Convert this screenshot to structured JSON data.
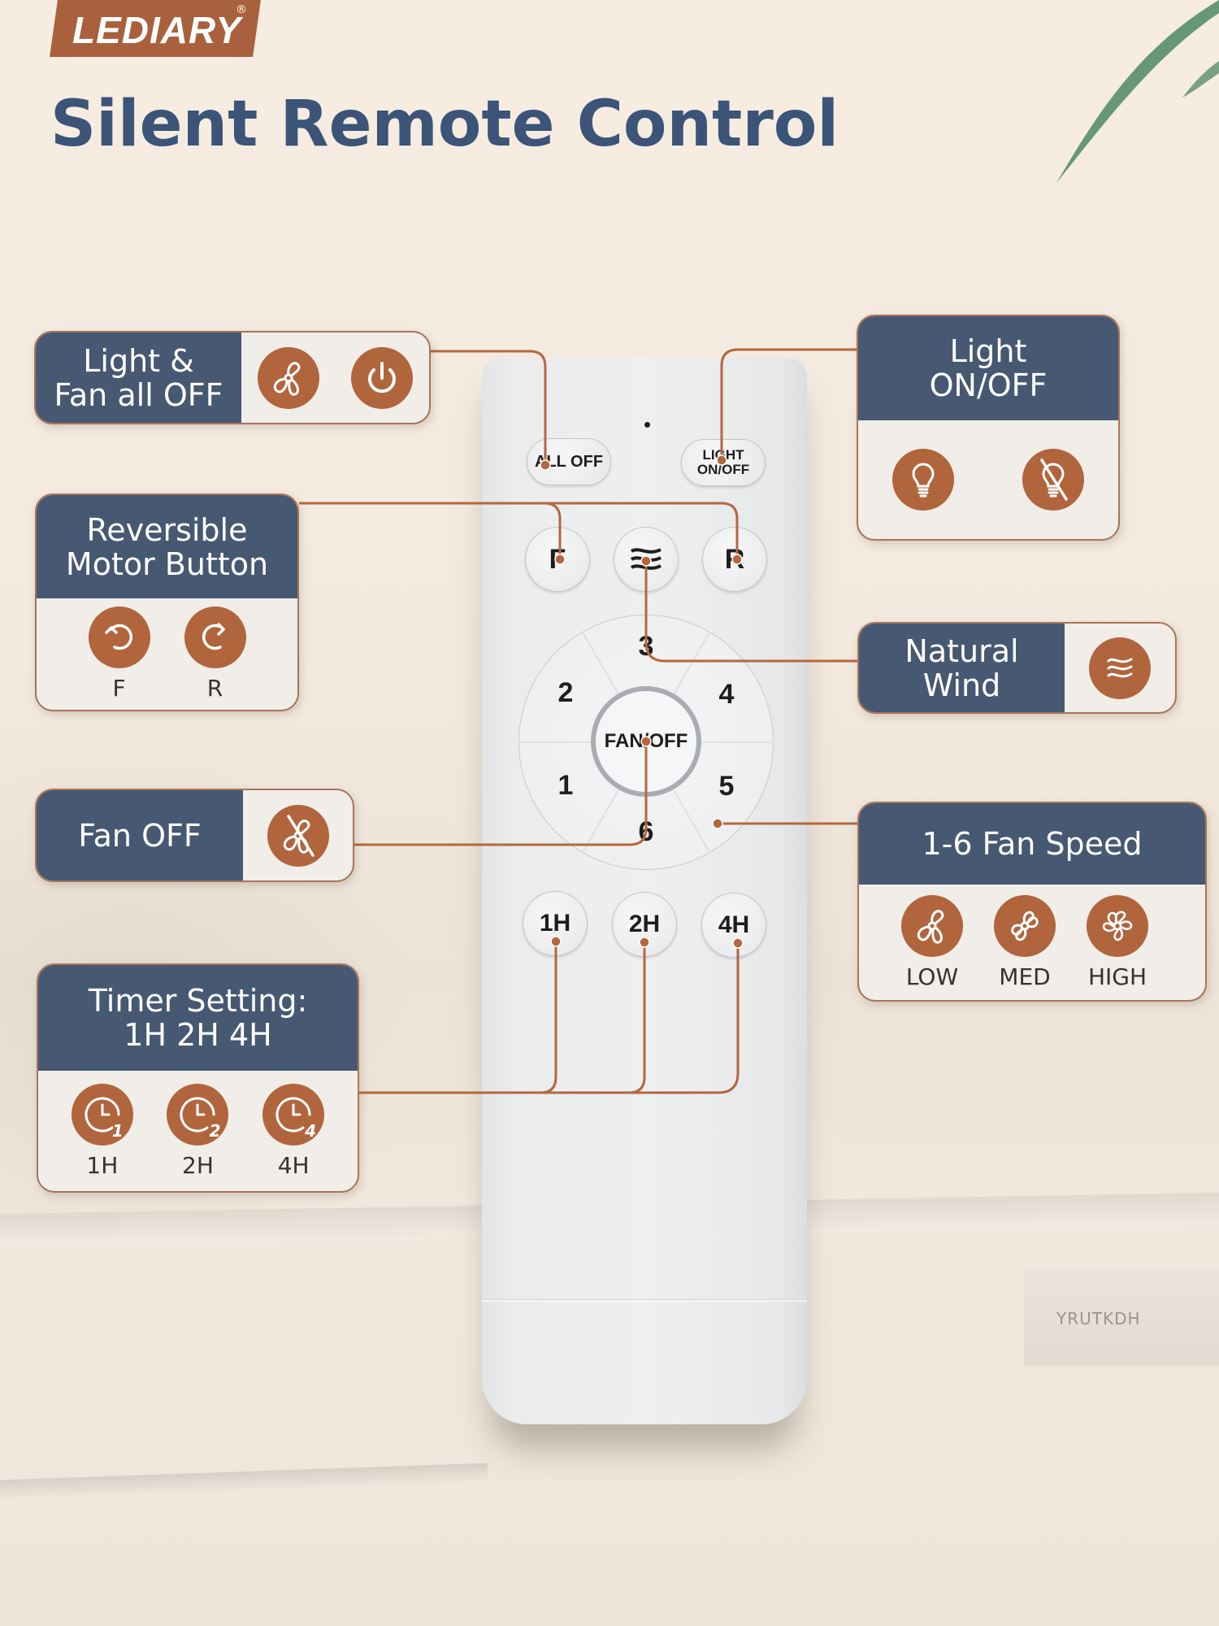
{
  "brand": {
    "logo_text": "LEDIARY",
    "registered_mark": "®",
    "accent_color": "#a8613c"
  },
  "title": "Silent Remote Control",
  "colors": {
    "title": "#3b5478",
    "callout_header": "#465872",
    "icon_fill": "#b0653d",
    "connector": "#b4673e"
  },
  "remote": {
    "buttons": {
      "all_off": "ALL OFF",
      "light_on_off_line1": "LIGHT",
      "light_on_off_line2": "ON/OFF",
      "forward": "F",
      "natural_wind_icon": "wind-icon",
      "reverse": "R",
      "fan_off": "FAN/OFF",
      "speeds": [
        "1",
        "2",
        "3",
        "4",
        "5",
        "6"
      ],
      "timers": [
        "1H",
        "2H",
        "4H"
      ]
    }
  },
  "callouts": {
    "all_off": {
      "title_line1": "Light &",
      "title_line2": "Fan all OFF",
      "icons": [
        "fan-icon",
        "power-icon"
      ]
    },
    "light": {
      "title_line1": "Light",
      "title_line2": "ON/OFF",
      "icons": [
        "lightbulb-icon",
        "lightbulb-off-icon"
      ]
    },
    "reversible": {
      "title_line1": "Reversible",
      "title_line2": "Motor Button",
      "items": [
        {
          "icon": "rotate-counterclockwise-icon",
          "caption": "F"
        },
        {
          "icon": "rotate-clockwise-icon",
          "caption": "R"
        }
      ]
    },
    "natural_wind": {
      "title_line1": "Natural",
      "title_line2": "Wind",
      "icon": "wind-icon"
    },
    "fan_off": {
      "title": "Fan OFF",
      "icon": "fan-off-icon"
    },
    "fan_speed": {
      "title": "1-6 Fan Speed",
      "items": [
        {
          "icon": "fan-3-blade-icon",
          "caption": "LOW"
        },
        {
          "icon": "fan-4-blade-icon",
          "caption": "MED"
        },
        {
          "icon": "fan-5-blade-icon",
          "caption": "HIGH"
        }
      ]
    },
    "timer": {
      "title_line1": "Timer Setting:",
      "title_line2": "1H 2H 4H",
      "items": [
        {
          "icon": "clock-1h-icon",
          "badge": "1",
          "caption": "1H"
        },
        {
          "icon": "clock-2h-icon",
          "badge": "2",
          "caption": "2H"
        },
        {
          "icon": "clock-4h-icon",
          "badge": "4",
          "caption": "4H"
        }
      ]
    }
  },
  "background": {
    "book_spine_text": "YRUTKDH"
  }
}
